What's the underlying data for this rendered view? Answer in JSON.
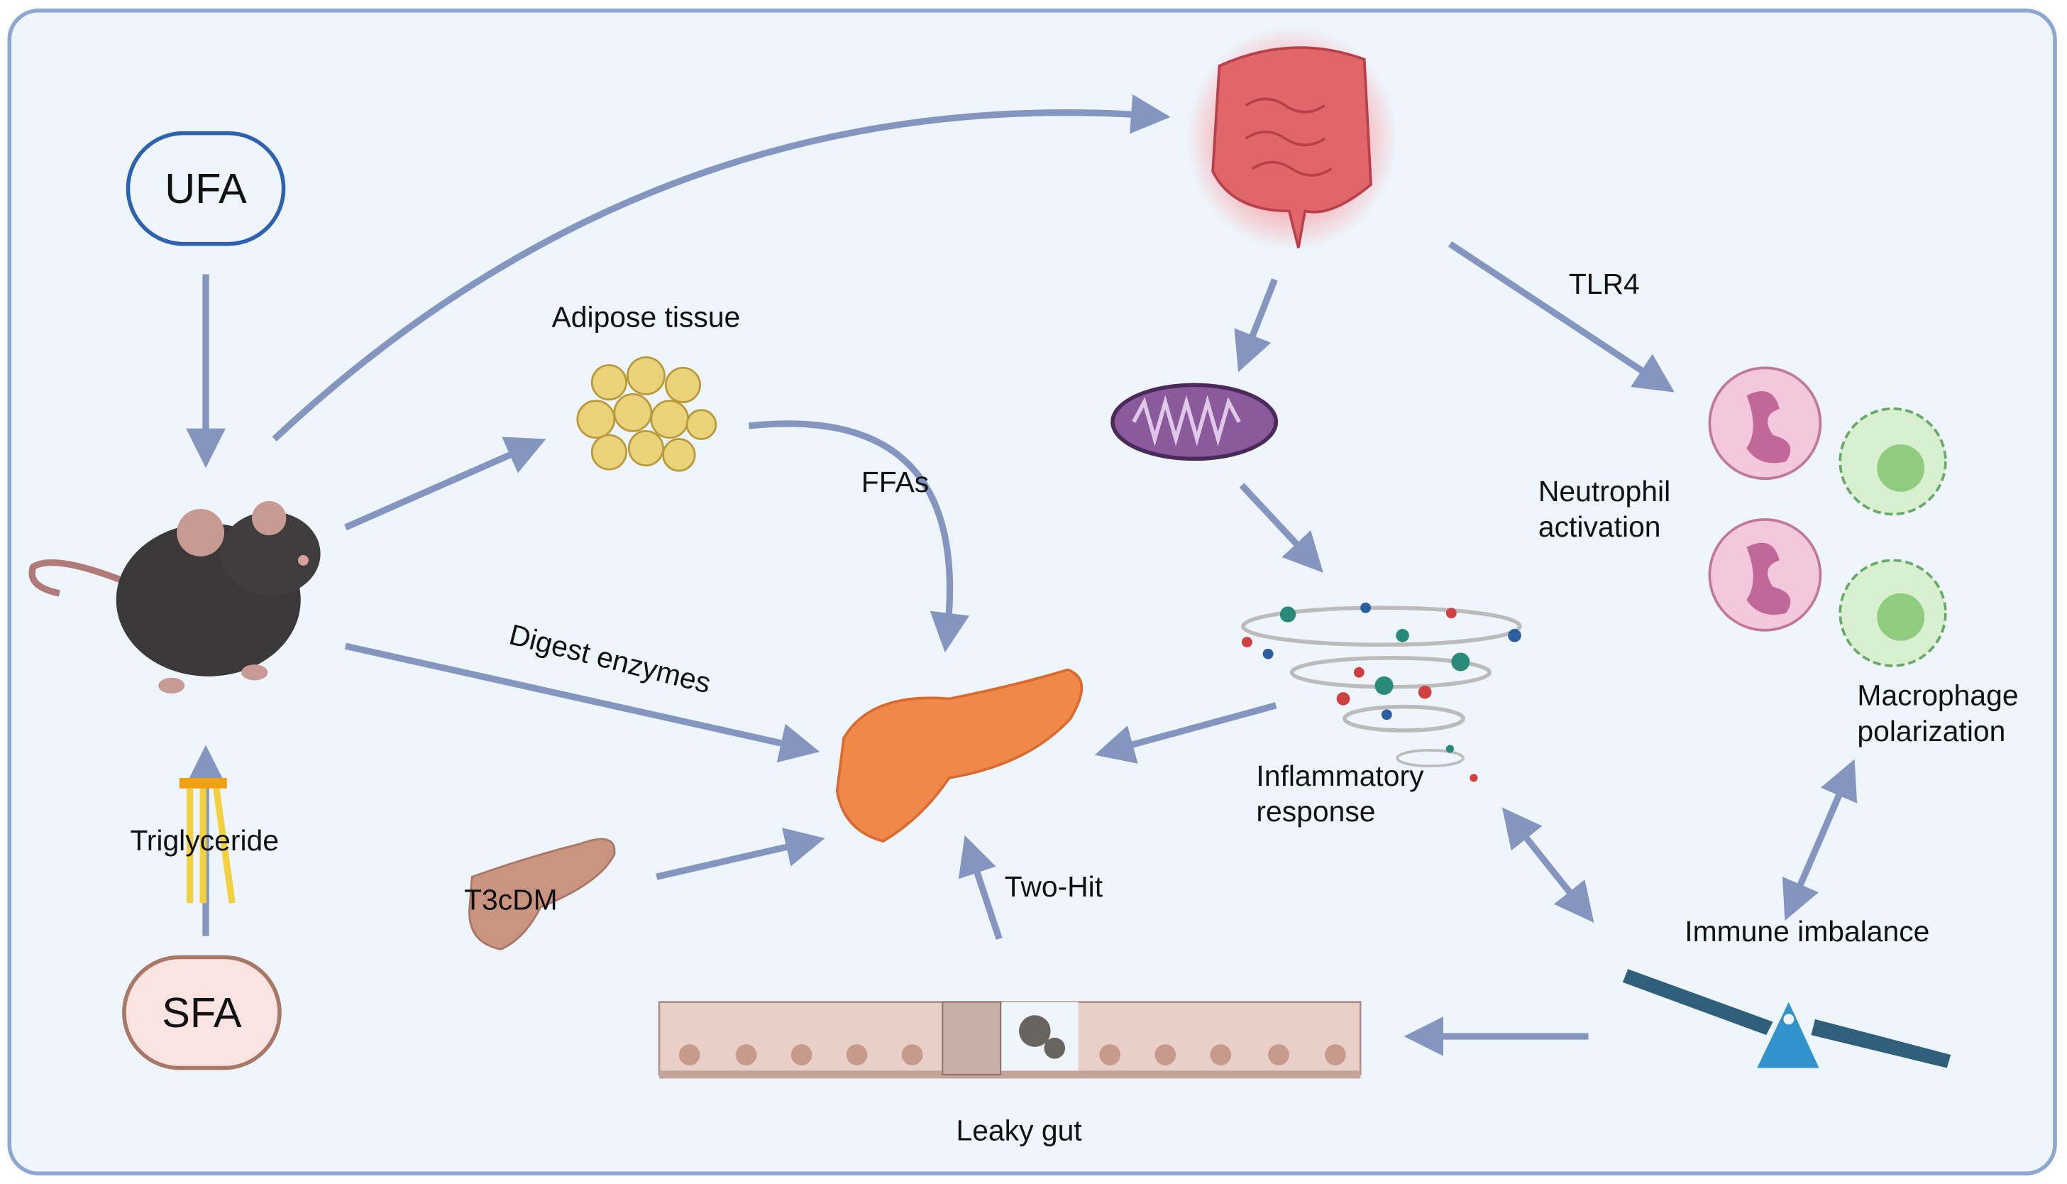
{
  "nodes": {
    "ufa": "UFA",
    "sfa": "SFA",
    "triglyceride": "Triglyceride",
    "adipose": "Adipose tissue",
    "ffas": "FFAs",
    "digest": "Digest enzymes",
    "t3cdm": "T3cDM",
    "two_hit": "Two-Hit",
    "leaky_gut": "Leaky gut",
    "tlr4": "TLR4",
    "neutrophil_1": "Neutrophil",
    "neutrophil_2": "activation",
    "inflammatory_1": "Inflammatory",
    "inflammatory_2": "response",
    "macrophage_1": "Macrophage",
    "macrophage_2": "polarization",
    "immune": "Immune imbalance"
  },
  "colors": {
    "background": "#eef5fc",
    "frame": "#8ea6d2",
    "arrow": "#8496c0",
    "ufa_border": "#2e62b0",
    "sfa_fill": "#fbe3e1",
    "sfa_border": "#a87766",
    "pancreas": "#f0884a",
    "intestine": "#e0666a",
    "mitochondrion": "#8a5a9c",
    "seesaw_beam": "#2f5f7a",
    "seesaw_base": "#3192cc"
  }
}
